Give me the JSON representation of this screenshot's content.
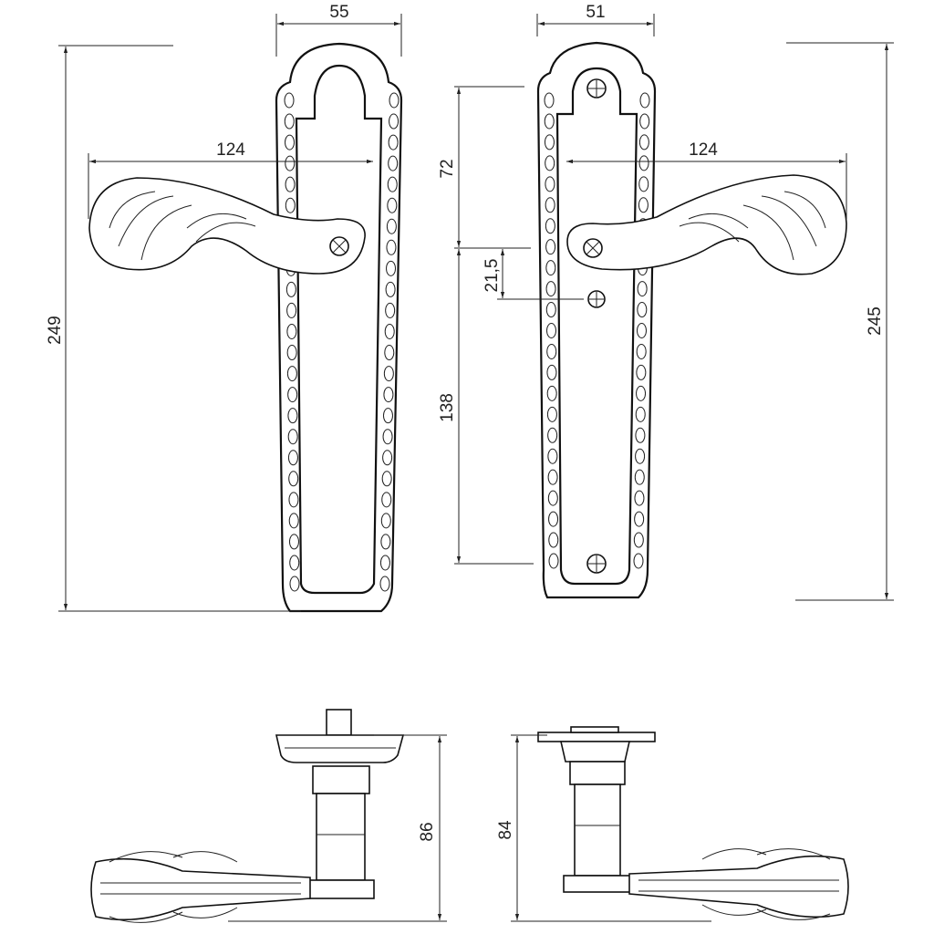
{
  "drawing": {
    "front_view": {
      "plate_width": "55",
      "handle_length": "124",
      "overall_height": "249"
    },
    "back_view": {
      "plate_width": "51",
      "handle_length": "124",
      "top_to_spindle": "72",
      "spindle_to_key": "21,5",
      "spindle_to_bottom_screw": "138",
      "overall_height": "245"
    },
    "side_view_left": {
      "projection": "86"
    },
    "side_view_right": {
      "projection": "84"
    }
  },
  "colors": {
    "line": "#222222",
    "background": "#ffffff"
  }
}
